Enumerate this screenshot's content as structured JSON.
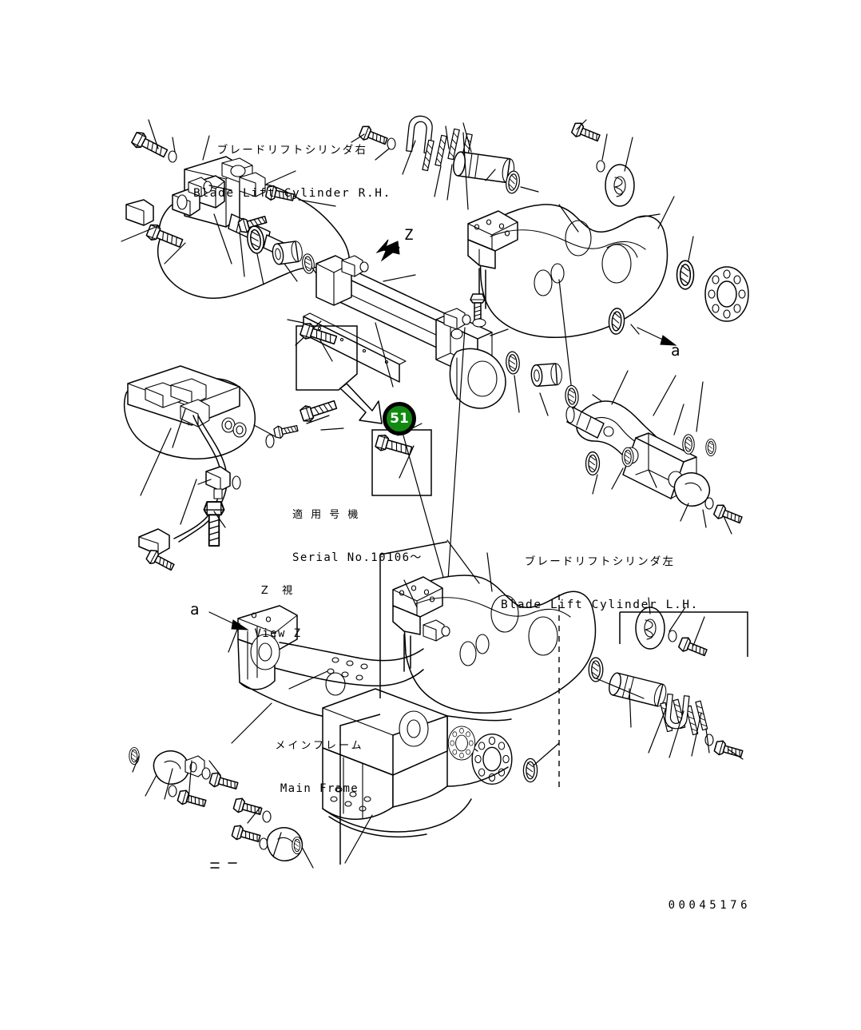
{
  "document": {
    "type": "parts-catalog-exploded-view",
    "drawing_number": "00045176",
    "background_color": "#ffffff",
    "line_color": "#000000"
  },
  "labels": {
    "blade_lift_cylinder_rh": {
      "jp": "ブレードリフトシリンダ右",
      "en": "Blade Lift Cylinder R.H."
    },
    "blade_lift_cylinder_lh": {
      "jp": "ブレードリフトシリンダ左",
      "en": "Blade Lift Cylinder L.H."
    },
    "main_frame": {
      "jp": "メインフレーム",
      "en": "Main Frame"
    },
    "view_z": {
      "jp": "Z  視",
      "en": "View Z"
    },
    "serial_note": {
      "jp": "適 用 号 機",
      "en": "Serial No.10106〜"
    }
  },
  "marks": {
    "section_z": "Z",
    "section_a_right": "a",
    "section_a_left": "a"
  },
  "callout": {
    "number": "51",
    "fill_color": "#128a12",
    "border_color": "#000000",
    "text_color": "#ffffff"
  }
}
